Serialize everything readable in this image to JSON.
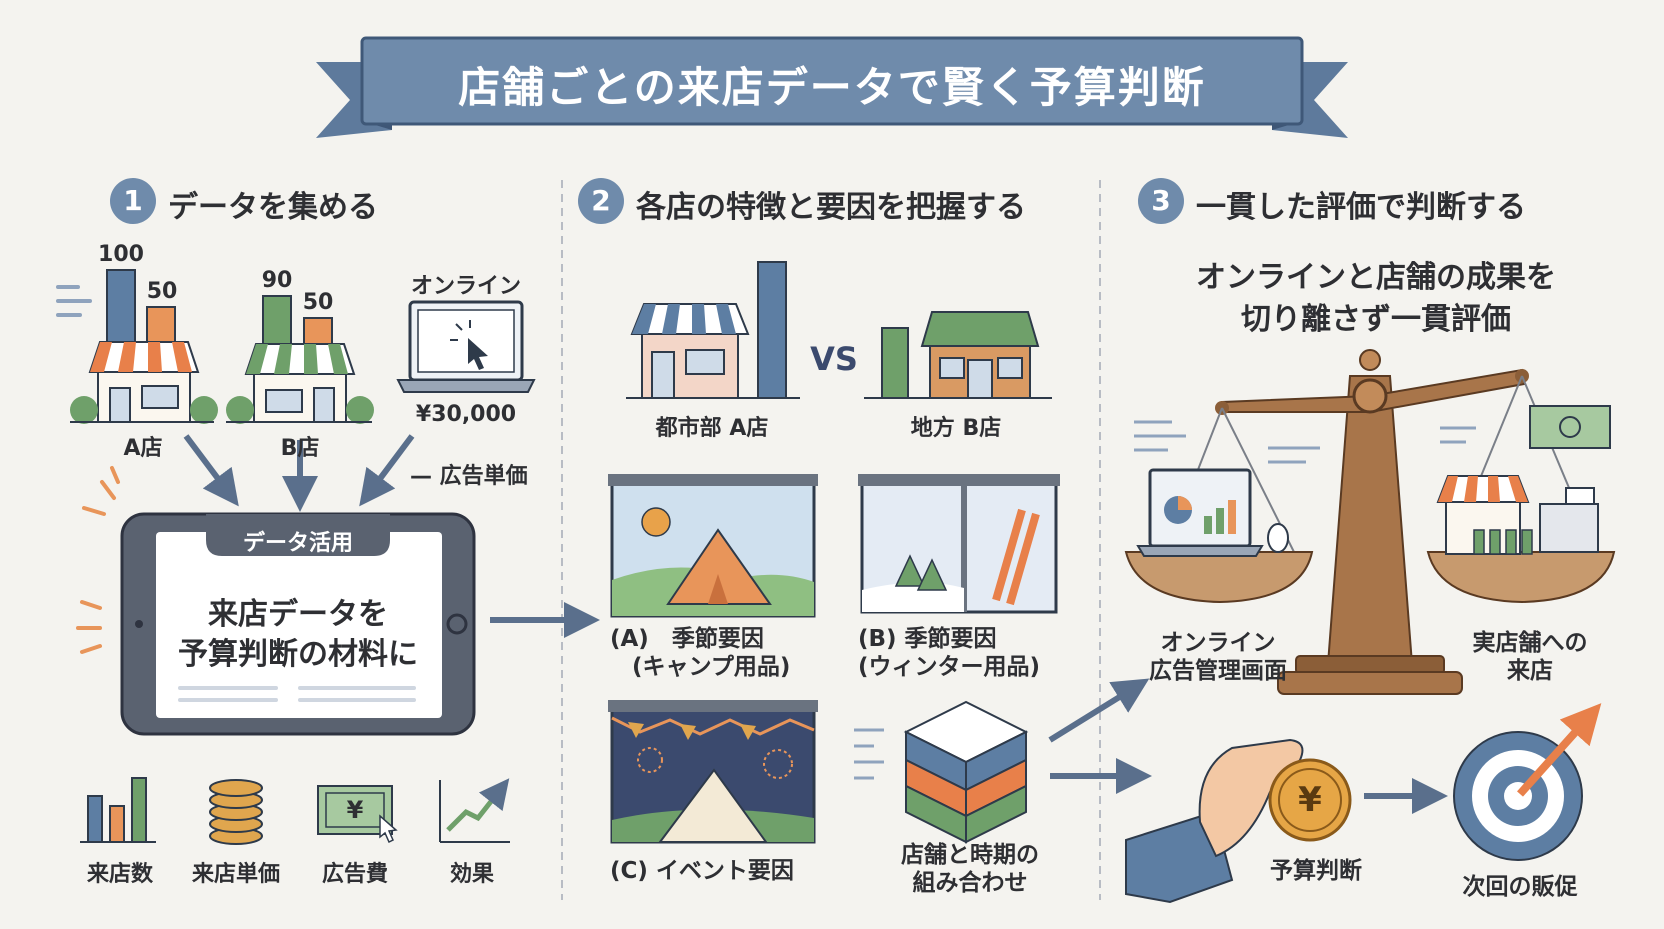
{
  "title": "店舗ごとの来店データで賢く予算判断",
  "sections": [
    {
      "num": "1",
      "heading": "データを集める"
    },
    {
      "num": "2",
      "heading": "各店の特徴と要因を把握する"
    },
    {
      "num": "3",
      "heading": "一貫した評価で判断する"
    }
  ],
  "step1": {
    "storeA": {
      "label": "A店",
      "values": [
        "100",
        "50"
      ]
    },
    "storeB": {
      "label": "B店",
      "values": [
        "90",
        "50"
      ]
    },
    "online": {
      "label": "オンライン",
      "price": "¥30,000",
      "note": "— 広告単価"
    },
    "tablet": {
      "badge": "データ活用",
      "line1": "来店データを",
      "line2": "予算判断の材料に"
    },
    "icons": [
      "来店数",
      "来店単価",
      "広告費",
      "効果"
    ],
    "yen_symbol": "¥"
  },
  "step2": {
    "urban": "都市部 A店",
    "vs": "VS",
    "rural": "地方 B店",
    "factorA": [
      "(A)　季節要因",
      "(キャンプ用品)"
    ],
    "factorB": [
      "(B) 季節要因",
      "(ウィンター用品)"
    ],
    "factorC": "(C) イベント要因",
    "combo": [
      "店舗と時期の",
      "組み合わせ"
    ]
  },
  "step3": {
    "headline": [
      "オンラインと店舗の成果を",
      "切り離さず一貫評価"
    ],
    "left_label": [
      "オンライン",
      "広告管理画面"
    ],
    "right_label": [
      "実店舗への",
      "来店"
    ],
    "budget": "予算判断",
    "next": "次回の販促",
    "coin_symbol": "¥"
  },
  "colors": {
    "banner": "#6f8bab",
    "banner_dark": "#4f6a8c",
    "bar_blue": "#5d7ea3",
    "bar_orange": "#e8955a",
    "bar_green": "#6fa06a",
    "wood": "#a8754a"
  }
}
